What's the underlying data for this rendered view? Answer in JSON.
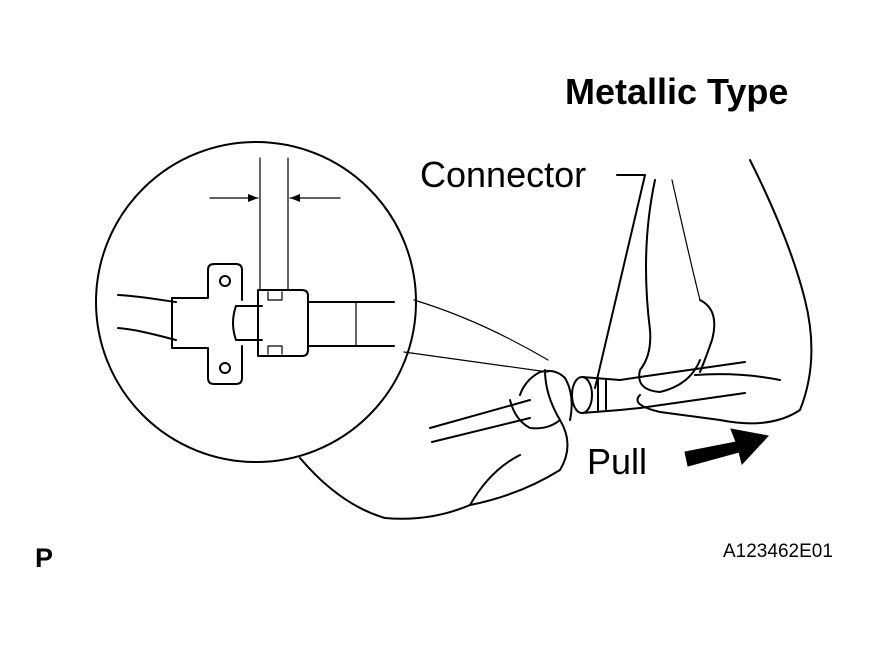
{
  "title": "Metallic Type",
  "labels": {
    "connector": "Connector",
    "pull": "Pull"
  },
  "corner_left": "P",
  "figure_code": "A123462E01",
  "icons": {
    "detail": "magnified-connector-detail",
    "arrow": "pull-direction-arrow"
  }
}
